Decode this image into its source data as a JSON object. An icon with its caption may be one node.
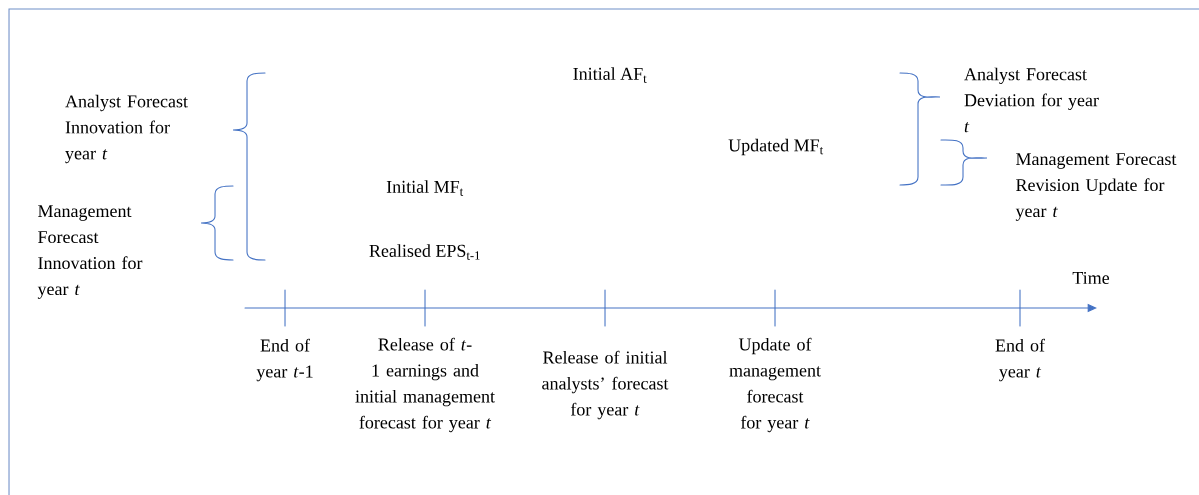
{
  "diagram": {
    "labels": [
      "Initial AF$_{t}$",
      "Analyst Forecast Deviation for year *t*",
      "Analyst Forecast Innovation for year *t*",
      "Updated MF$_{t}$",
      "Management Forecast Revision Update for year *t*",
      "Initial MF$_{t}$",
      "Management Forecast Innovation for year *t*",
      "Realised EPS$_{t-1}$",
      "Time",
      "End of year *t*-1",
      "Release of *t*-1 earnings and initial management forecast for year *t*",
      "Release of initial analysts’ forecast for year *t*",
      "Update of management forecast for year *t*",
      "End of year *t*"
    ]
  }
}
